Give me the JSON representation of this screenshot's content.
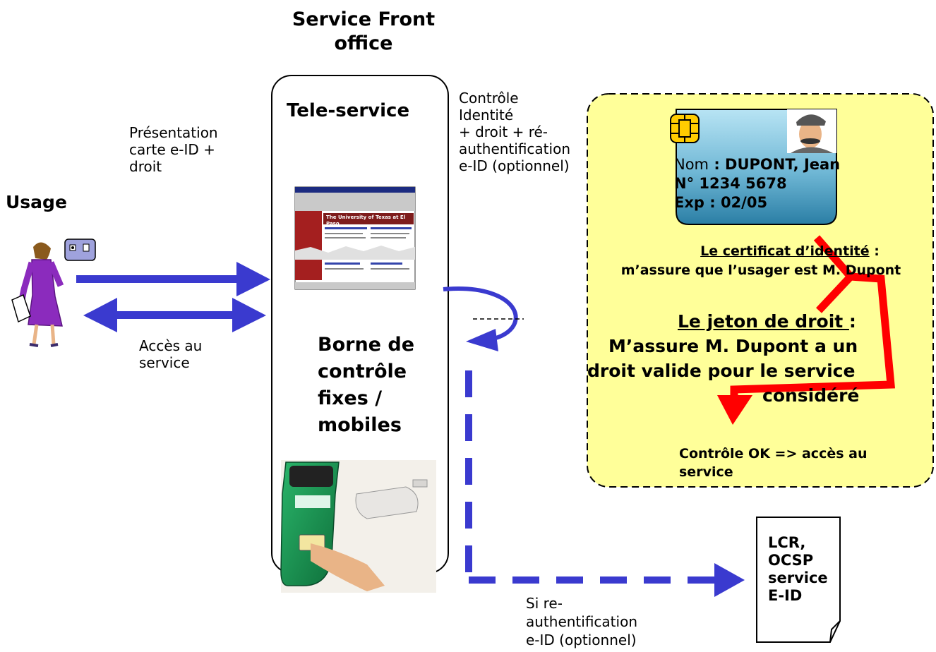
{
  "header": {
    "line1": "Service Front",
    "line2": "office"
  },
  "usage": {
    "title": "Usage"
  },
  "presentation": {
    "line1": "Présentation",
    "line2": "carte e-ID +",
    "line3": "droit"
  },
  "acces": {
    "line1": "Accès au",
    "line2": "service"
  },
  "front_box": {
    "title": "Tele-service",
    "borne_line1": "Borne de",
    "borne_line2": "contrôle",
    "borne_line3": "fixes /",
    "borne_line4": "mobiles",
    "webpage_title": "The University of Texas at El Paso"
  },
  "controle": {
    "line1": "Contrôle",
    "line2": "Identité",
    "line3": "+ droit + ré-",
    "line4": "authentification",
    "line5": "e-ID (optionnel)"
  },
  "card": {
    "nom_label": "Nom",
    "nom_value": " : DUPONT, Jean",
    "number": "N° 1234 5678",
    "exp": "Exp : 02/05"
  },
  "certificat": {
    "title": "Le certificat d’identité",
    "colon": " :",
    "line2": "m’assure que l’usager est M. Dupont"
  },
  "jeton": {
    "title": "Le jeton de droit ",
    "colon": ":",
    "line2": "M’assure M. Dupont a un",
    "line3": "droit valide pour le service",
    "line4": "considéré"
  },
  "result": {
    "line1": "Contrôle OK => accès au",
    "line2": "service"
  },
  "si": {
    "line1": "Si  re-",
    "line2": "authentification",
    "line3": "e-ID (optionnel)"
  },
  "lcr": {
    "line1": "LCR,",
    "line2": "OCSP",
    "line3": "service",
    "line4": "E-ID"
  },
  "colors": {
    "arrow_blue": "#3a3acf",
    "red": "#ff0000",
    "yellow_panel": "#ffff99",
    "card_top": "#a9d8ec",
    "card_bottom": "#2a88ad"
  }
}
